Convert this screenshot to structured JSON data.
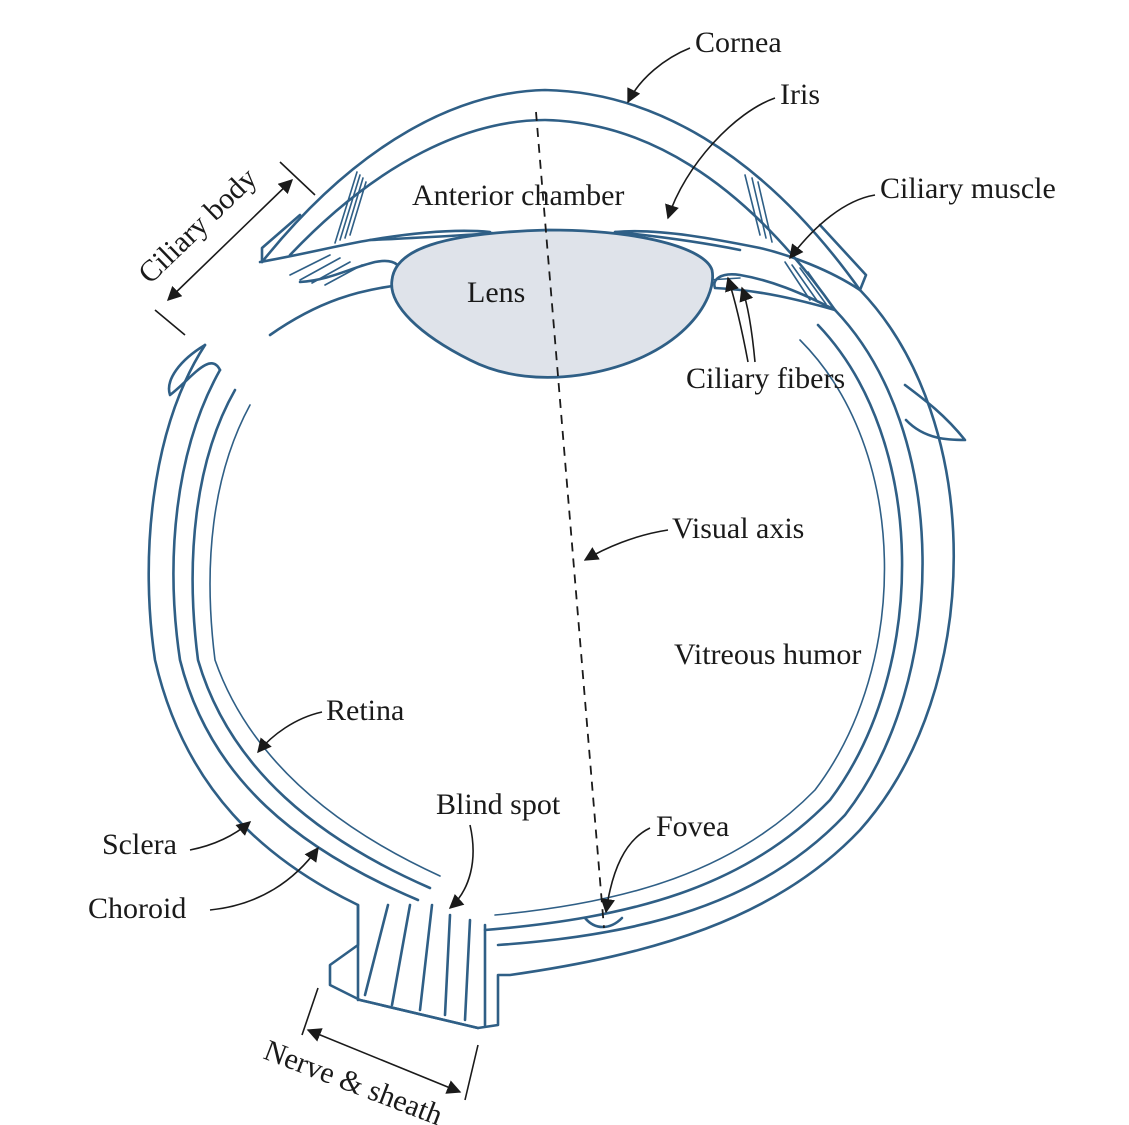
{
  "labels": {
    "cornea": "Cornea",
    "iris": "Iris",
    "ciliary_muscle": "Ciliary muscle",
    "ciliary_body": "Ciliary body",
    "anterior_chamber": "Anterior chamber",
    "lens": "Lens",
    "ciliary_fibers": "Ciliary fibers",
    "visual_axis": "Visual axis",
    "vitreous_humor": "Vitreous humor",
    "retina": "Retina",
    "blind_spot": "Blind spot",
    "fovea": "Fovea",
    "sclera": "Sclera",
    "choroid": "Choroid",
    "nerve_sheath": "Nerve & sheath"
  },
  "colors": {
    "outline": "#2f5f86",
    "lens_fill": "#dfe3ea",
    "text": "#1a1a1a",
    "background": "#ffffff"
  }
}
